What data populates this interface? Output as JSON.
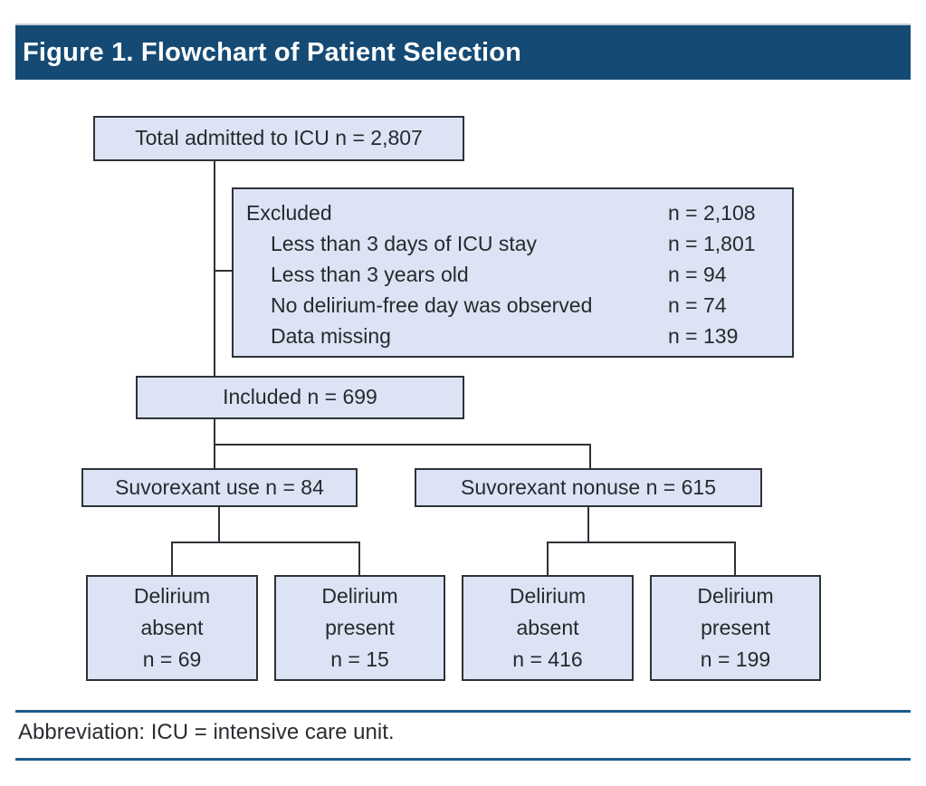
{
  "header": {
    "title": "Figure 1. Flowchart of Patient Selection",
    "bar_color": "#154a74"
  },
  "flowchart": {
    "total": {
      "label": "Total admitted to ICU n = 2,807"
    },
    "excluded": {
      "rows": [
        {
          "label": "Excluded",
          "value": "n = 2,108"
        },
        {
          "label": "Less than 3 days of ICU stay",
          "value": "n = 1,801"
        },
        {
          "label": "Less than 3 years old",
          "value": "n = 94"
        },
        {
          "label": "No delirium-free day was observed",
          "value": "n = 74"
        },
        {
          "label": "Data missing",
          "value": "n = 139"
        }
      ]
    },
    "included": {
      "label": "Included n = 699"
    },
    "suvorexant_use": {
      "label": "Suvorexant use n = 84"
    },
    "suvorexant_nonuse": {
      "label": "Suvorexant nonuse n = 615"
    },
    "leaves": [
      {
        "line1": "Delirium",
        "line2": "absent",
        "line3": "n = 69"
      },
      {
        "line1": "Delirium",
        "line2": "present",
        "line3": "n = 15"
      },
      {
        "line1": "Delirium",
        "line2": "absent",
        "line3": "n = 416"
      },
      {
        "line1": "Delirium",
        "line2": "present",
        "line3": "n = 199"
      }
    ],
    "box_fill": "#dce3f4",
    "box_border": "#2e3238"
  },
  "footer": {
    "abbreviation": "Abbreviation: ICU = intensive care unit.",
    "rule_color": "#1e5c8c"
  }
}
